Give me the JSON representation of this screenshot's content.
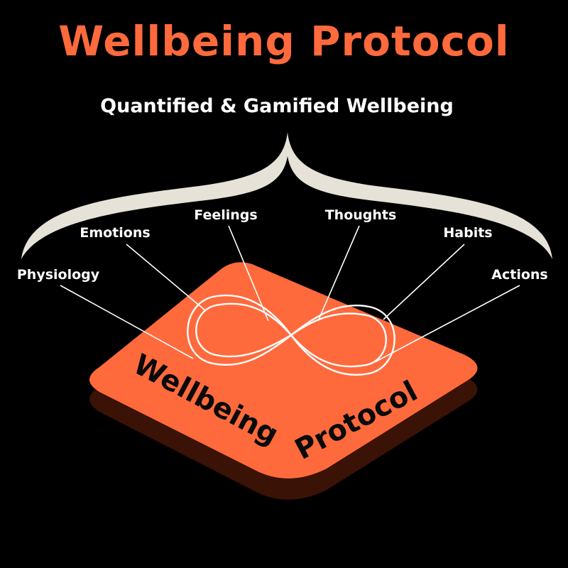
{
  "header": {
    "title": "Wellbeing Protocol",
    "subtitle": "Quantified & Gamified Wellbeing"
  },
  "concepts": [
    {
      "id": "physiology",
      "label": "Physiology"
    },
    {
      "id": "emotions",
      "label": "Emotions"
    },
    {
      "id": "feelings",
      "label": "Feelings"
    },
    {
      "id": "thoughts",
      "label": "Thoughts"
    },
    {
      "id": "habits",
      "label": "Habits"
    },
    {
      "id": "actions",
      "label": "Actions"
    }
  ],
  "tile": {
    "word_1": "Wellbeing",
    "word_2": "Protocol"
  },
  "colors": {
    "background": "#000000",
    "accent": "#ff6a3d",
    "tile_shadow": "#3a1206",
    "brace": "#e6e2d8",
    "text": "#ffffff",
    "tile_text": "#0a0a0a"
  },
  "icons": {
    "center_symbol": "infinity-icon",
    "grouping": "curly-brace"
  }
}
